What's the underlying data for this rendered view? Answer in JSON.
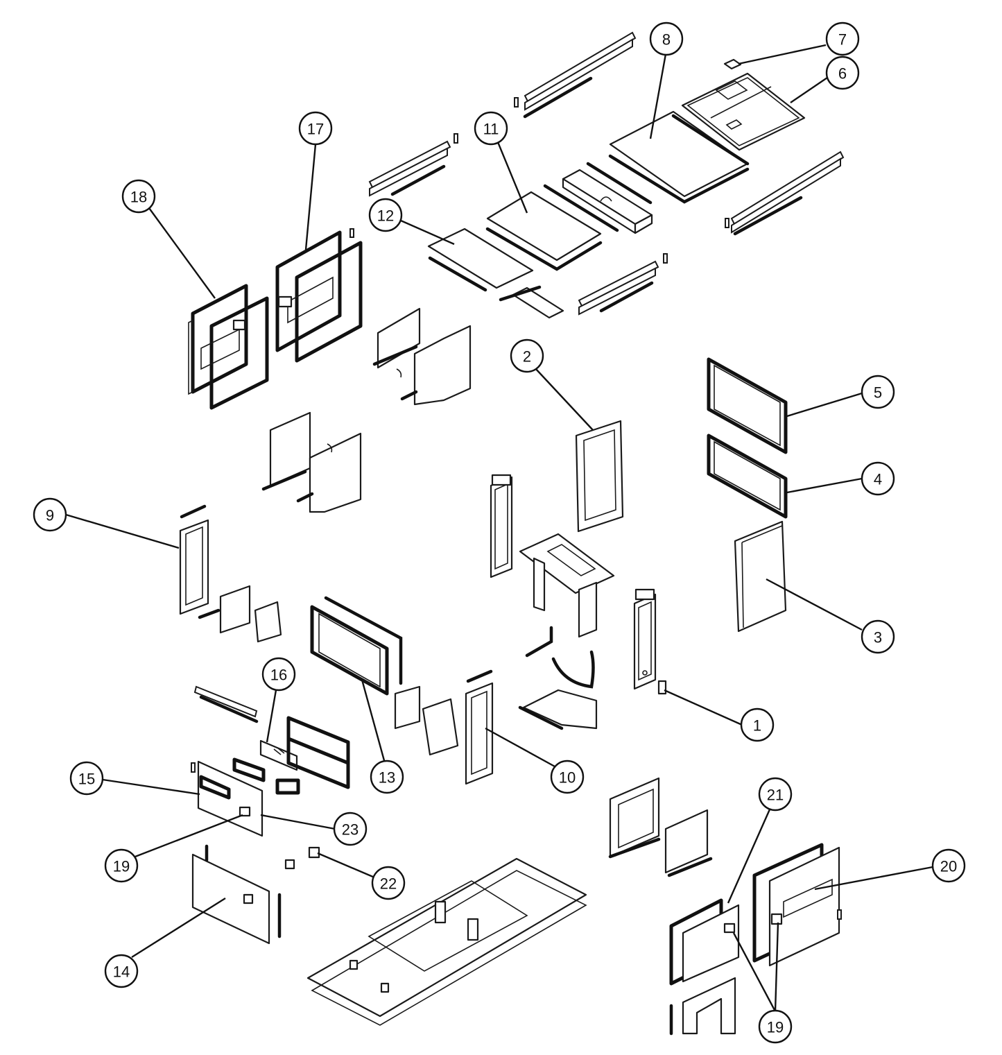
{
  "diagram": {
    "callouts": [
      {
        "id": "c1",
        "label": "1"
      },
      {
        "id": "c2",
        "label": "2"
      },
      {
        "id": "c3",
        "label": "3"
      },
      {
        "id": "c4",
        "label": "4"
      },
      {
        "id": "c5",
        "label": "5"
      },
      {
        "id": "c6",
        "label": "6"
      },
      {
        "id": "c7",
        "label": "7"
      },
      {
        "id": "c8",
        "label": "8"
      },
      {
        "id": "c9",
        "label": "9"
      },
      {
        "id": "c10",
        "label": "10"
      },
      {
        "id": "c11",
        "label": "11"
      },
      {
        "id": "c12",
        "label": "12"
      },
      {
        "id": "c13",
        "label": "13"
      },
      {
        "id": "c14",
        "label": "14"
      },
      {
        "id": "c15",
        "label": "15"
      },
      {
        "id": "c16",
        "label": "16"
      },
      {
        "id": "c17",
        "label": "17"
      },
      {
        "id": "c18",
        "label": "18"
      },
      {
        "id": "c19a",
        "label": "19"
      },
      {
        "id": "c19b",
        "label": "19"
      },
      {
        "id": "c20",
        "label": "20"
      },
      {
        "id": "c21",
        "label": "21"
      },
      {
        "id": "c22",
        "label": "22"
      },
      {
        "id": "c23",
        "label": "23"
      }
    ],
    "colors": {
      "line": "#111111",
      "background": "#ffffff"
    }
  }
}
